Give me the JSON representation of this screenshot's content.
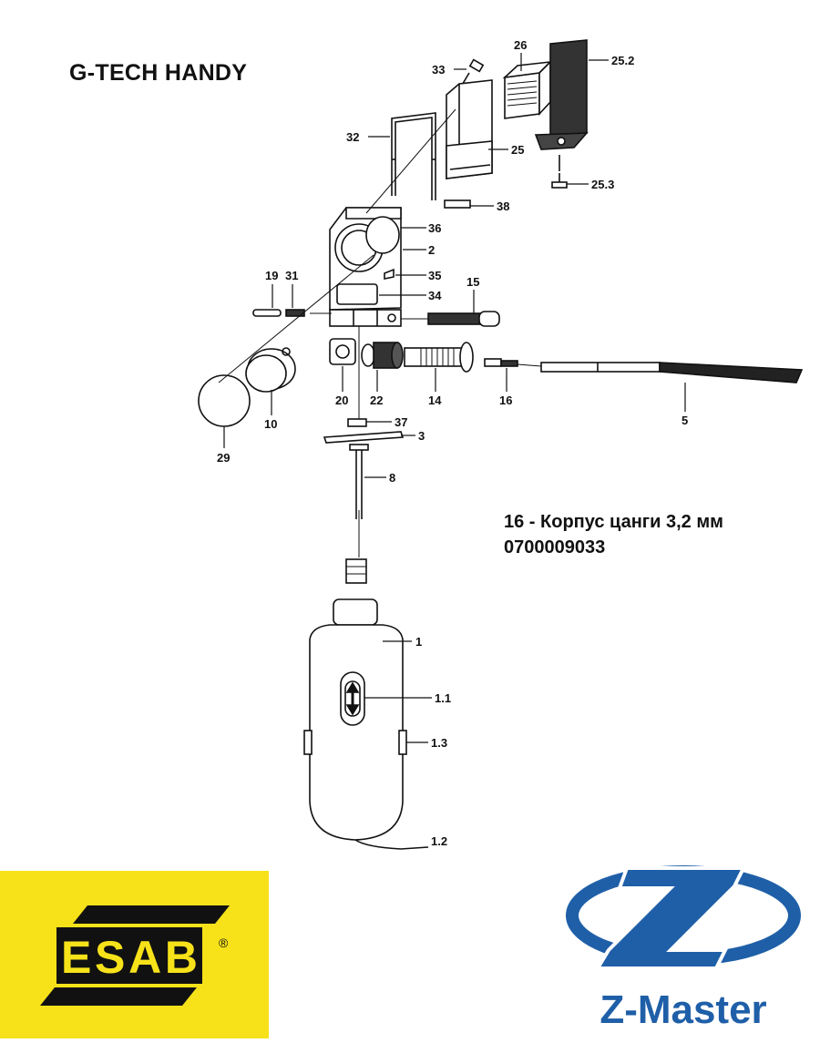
{
  "title": "G-TECH HANDY",
  "description": {
    "line1": "16 - Корпус цанги 3,2 мм",
    "line2": "0700009033"
  },
  "part_labels": {
    "p33": "33",
    "p26": "26",
    "p25_2": "25.2",
    "p32": "32",
    "p25": "25",
    "p25_3": "25.3",
    "p38": "38",
    "p36": "36",
    "p2": "2",
    "p19": "19",
    "p31": "31",
    "p35": "35",
    "p15": "15",
    "p34": "34",
    "p20": "20",
    "p22": "22",
    "p14": "14",
    "p16": "16",
    "p5": "5",
    "p10": "10",
    "p29": "29",
    "p37": "37",
    "p3": "3",
    "p8": "8",
    "p1": "1",
    "p1_1": "1.1",
    "p1_3": "1.3",
    "p1_2": "1.2"
  },
  "logos": {
    "esab": {
      "text": "ESAB",
      "registered": "®",
      "bg_color": "#f7e21a"
    },
    "zmaster": {
      "text": "Z-Master",
      "color": "#1f5fa8"
    }
  }
}
